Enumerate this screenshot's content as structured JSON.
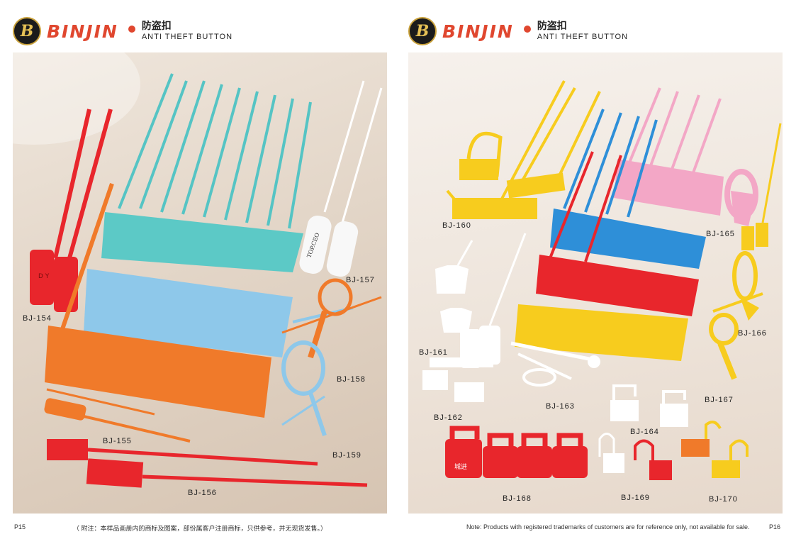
{
  "brand": {
    "logo_letter": "B",
    "name": "BINJIN"
  },
  "section": {
    "title_cn": "防盗扣",
    "title_en": "ANTI THEFT BUTTON"
  },
  "left_page": {
    "labels": [
      "BJ-154",
      "BJ-155",
      "BJ-156",
      "BJ-157",
      "BJ-158",
      "BJ-159"
    ],
    "page_number": "P15",
    "footnote": "（ 附注：本样品画册内的商标及图案，部份属客户注册商标，只供参考，并无现货发售。）",
    "tag_texts": {
      "topceo": "TOP.CEO",
      "dy": "D Y"
    }
  },
  "right_page": {
    "labels": [
      "BJ-160",
      "BJ-161",
      "BJ-162",
      "BJ-163",
      "BJ-164",
      "BJ-165",
      "BJ-166",
      "BJ-167",
      "BJ-168",
      "BJ-169",
      "BJ-170"
    ],
    "page_number": "P16",
    "note": "Note: Products with registered trademarks of customers are for reference only, not available for sale.",
    "lock_text": "城进"
  },
  "colors": {
    "brand_red": "#e0472f",
    "teal": "#55c4c4",
    "light_blue": "#8ec8ea",
    "orange": "#f07a2a",
    "red": "#e8262c",
    "yellow": "#f7cc1e",
    "pink": "#f3a7c6",
    "blue": "#2e8fd8"
  }
}
